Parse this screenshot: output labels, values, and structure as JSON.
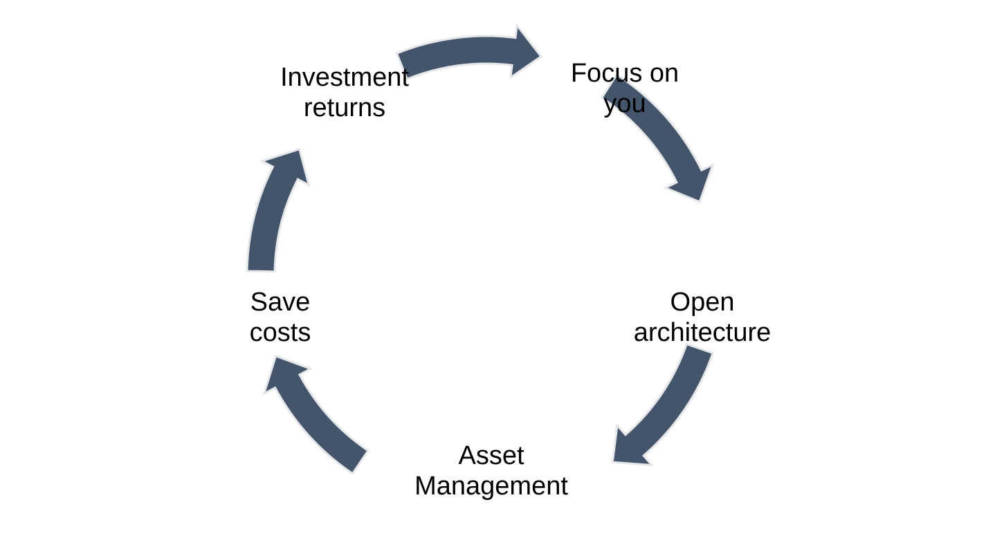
{
  "diagram": {
    "type": "cycle",
    "arrow_color": "#44546a",
    "arrow_stroke_color": "#e4e6ea",
    "nodes": [
      {
        "id": "focus",
        "lines": [
          "Focus on",
          "you"
        ]
      },
      {
        "id": "open",
        "lines": [
          "Open",
          "architecture"
        ]
      },
      {
        "id": "asset",
        "lines": [
          "Asset",
          "Management"
        ]
      },
      {
        "id": "save",
        "lines": [
          "Save",
          "costs"
        ]
      },
      {
        "id": "returns",
        "lines": [
          "Investment",
          "returns"
        ]
      }
    ],
    "flow": [
      {
        "from": "focus",
        "to": "open"
      },
      {
        "from": "open",
        "to": "asset"
      },
      {
        "from": "asset",
        "to": "save"
      },
      {
        "from": "save",
        "to": "returns"
      },
      {
        "from": "returns",
        "to": "focus"
      }
    ]
  }
}
